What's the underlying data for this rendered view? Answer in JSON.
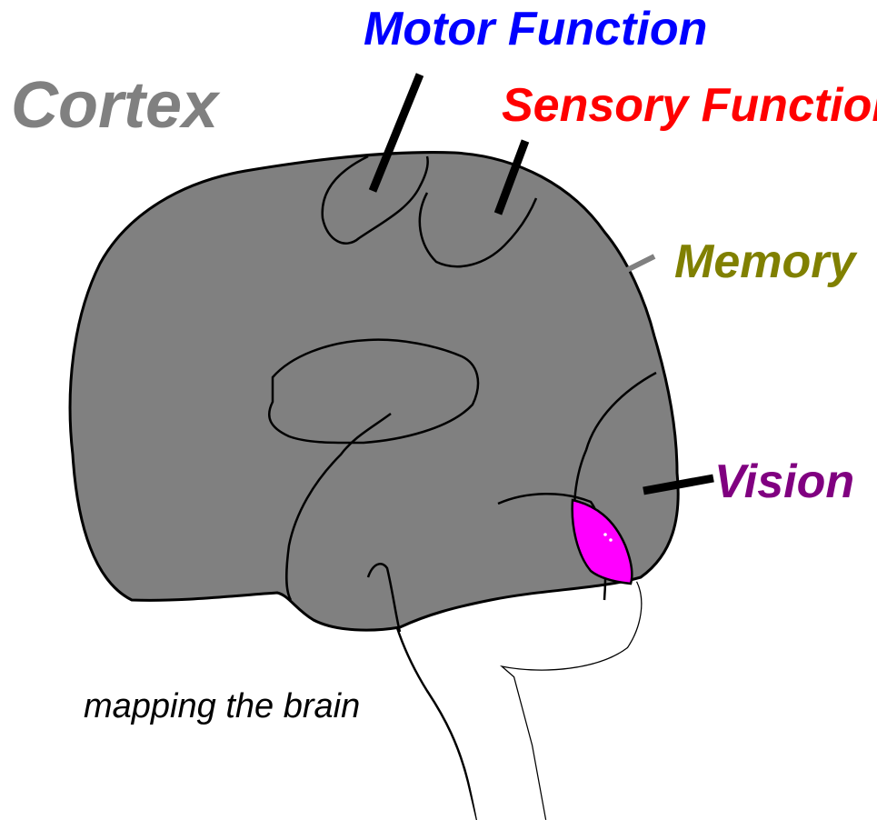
{
  "title": "Cortex",
  "caption": "mapping the brain",
  "regions": {
    "motor": "Motor Function",
    "sensory": "Sensory Function",
    "memory": "Memory",
    "vision": "Vision"
  },
  "colors": {
    "title": "#808080",
    "motor": "#0000ff",
    "sensory": "#ff0000",
    "memory": "#808000",
    "vision": "#800080",
    "caption": "#000000",
    "brain_fill": "#808080",
    "vision_area": "#ff00ff",
    "outline": "#000000"
  }
}
